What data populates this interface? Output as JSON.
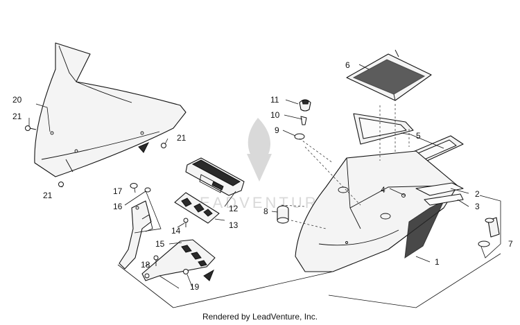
{
  "watermark": "LEADVENTURE",
  "footer": "Rendered by LeadVenture, Inc.",
  "callouts": [
    "1",
    "2",
    "3",
    "4",
    "5",
    "6",
    "7",
    "8",
    "9",
    "10",
    "11",
    "12",
    "13",
    "14",
    "15",
    "16",
    "17",
    "18",
    "19",
    "20",
    "21",
    "21",
    "21",
    "21"
  ]
}
